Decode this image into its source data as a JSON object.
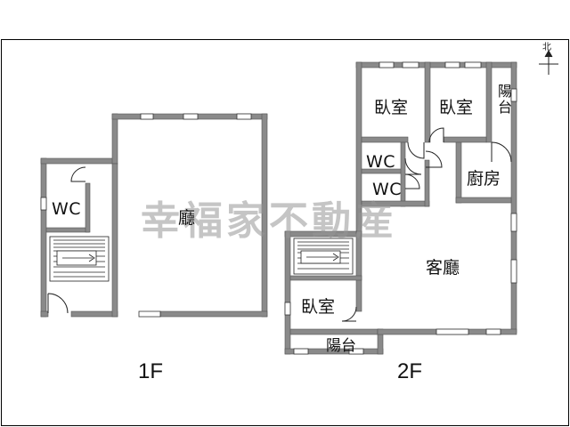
{
  "watermark": "幸福家不動産",
  "compass": {
    "label": "北"
  },
  "floors": {
    "first": {
      "label": "1F",
      "wc": "WC",
      "hall": "廳"
    },
    "second": {
      "label": "2F",
      "bedroom_left": "臥室",
      "bedroom_right": "臥室",
      "balcony_top": "陽台",
      "wc_top": "WC",
      "wc_bottom": "WC",
      "kitchen": "廚房",
      "living": "客廳",
      "bedroom_bottom": "臥室",
      "balcony_bottom": "陽台"
    }
  },
  "colors": {
    "wall": "#808080",
    "wall_edge": "#5a5a5a",
    "outline": "#000000",
    "watermark": "#969696"
  }
}
